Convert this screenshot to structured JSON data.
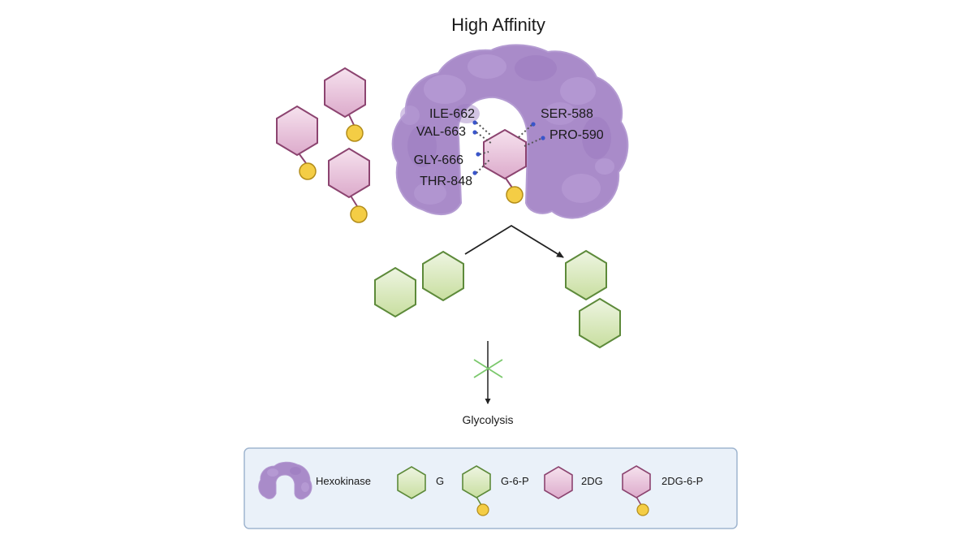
{
  "title": "High Affinity",
  "residues": {
    "left": [
      "ILE-662",
      "VAL-663",
      "GLY-666",
      "THR-848"
    ],
    "right": [
      "SER-588",
      "PRO-590"
    ]
  },
  "outcome_label": "Glycolysis",
  "legend": {
    "items": [
      {
        "label": "Hexokinase",
        "icon": "hexokinase-icon"
      },
      {
        "label": "G",
        "icon": "glucose-hexagon-icon"
      },
      {
        "label": "G-6-P",
        "icon": "glucose-6-phosphate-icon"
      },
      {
        "label": "2DG",
        "icon": "2dg-hexagon-icon"
      },
      {
        "label": "2DG-6-P",
        "icon": "2dg-6-phosphate-icon"
      }
    ]
  },
  "colors": {
    "hexokinase": "#a98bc9",
    "hexokinase_dark": "#8e6db3",
    "glucose_fill": "#d7e8bf",
    "glucose_stroke": "#5d8a3a",
    "dg_fill": "#e8bfd9",
    "dg_stroke": "#8c4470",
    "phosphate_fill": "#f4cd45",
    "phosphate_stroke": "#b38d1a",
    "interaction_line": "#3a55c9",
    "inhibit_mark": "#7bc86c",
    "legend_bg": "#eaf1f9",
    "legend_border": "#9fb5cf"
  }
}
